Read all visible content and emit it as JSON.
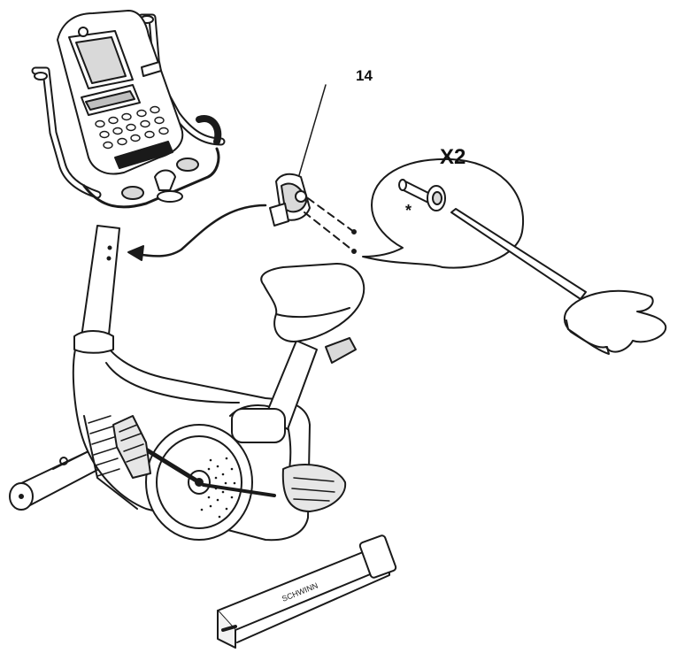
{
  "callout": {
    "part_number": "14",
    "quantity": "X2",
    "asterisk": "*"
  },
  "bike": {
    "brand_label": "SCHWINN"
  },
  "colors": {
    "line": "#1a1a1a",
    "background": "#ffffff",
    "shade": "#d9d9d9"
  }
}
